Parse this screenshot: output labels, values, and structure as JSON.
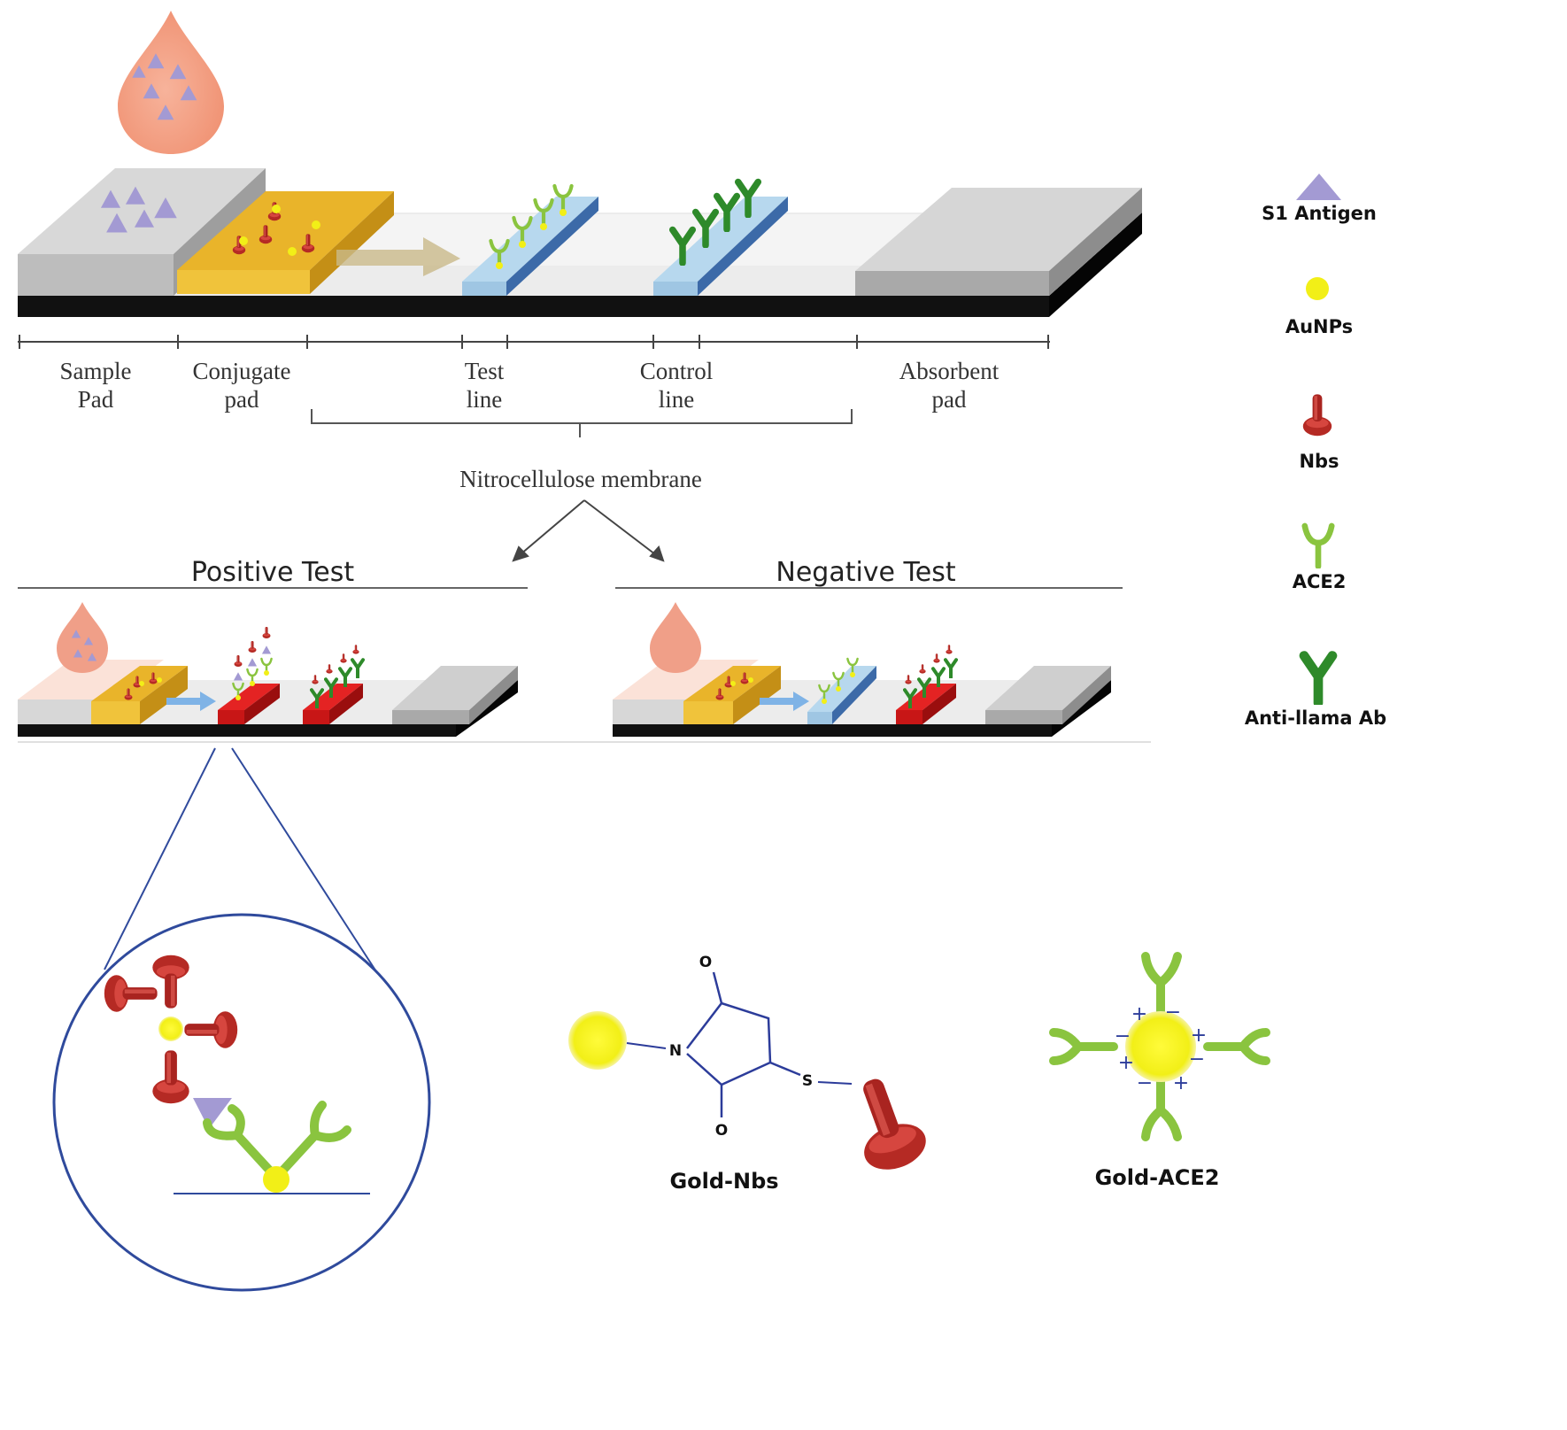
{
  "figure": {
    "strip_labels": {
      "sample_pad": [
        "Sample",
        "Pad"
      ],
      "conjugate_pad": [
        "Conjugate",
        "pad"
      ],
      "test_line": [
        "Test",
        "line"
      ],
      "control_line": [
        "Control",
        "line"
      ],
      "absorbent_pad": [
        "Absorbent",
        "pad"
      ],
      "membrane": "Nitrocellulose membrane"
    },
    "tests": {
      "positive": "Positive Test",
      "negative": "Negative Test"
    },
    "legend": {
      "s1_antigen": "S1 Antigen",
      "aunps": "AuNPs",
      "nbs": "Nbs",
      "ace2": "ACE2",
      "anti_llama": "Anti-llama Ab"
    },
    "chemistry": {
      "atom_o1": "O",
      "atom_n": "N",
      "atom_s": "S",
      "atom_o2": "O",
      "gold_nbs": "Gold-Nbs",
      "gold_ace2": "Gold-ACE2"
    },
    "charges": {
      "plus": "+",
      "minus": "−"
    },
    "colors": {
      "droplet": "#f4a58a",
      "antigen": "#a39ad3",
      "gold": "#f2ef17",
      "conjugate_pad": "#e9b42a",
      "nanobody": "#b52a24",
      "ace2": "#8ac43f",
      "anti_llama": "#2e8a2a",
      "line_pad": "#b7d8ee",
      "line_edge": "#3c6aa8",
      "positive_line": "#d11c1c",
      "backing": "#111111",
      "gray_pad": "#c6c6c6",
      "zoom_circle": "#2f4a9c"
    }
  }
}
